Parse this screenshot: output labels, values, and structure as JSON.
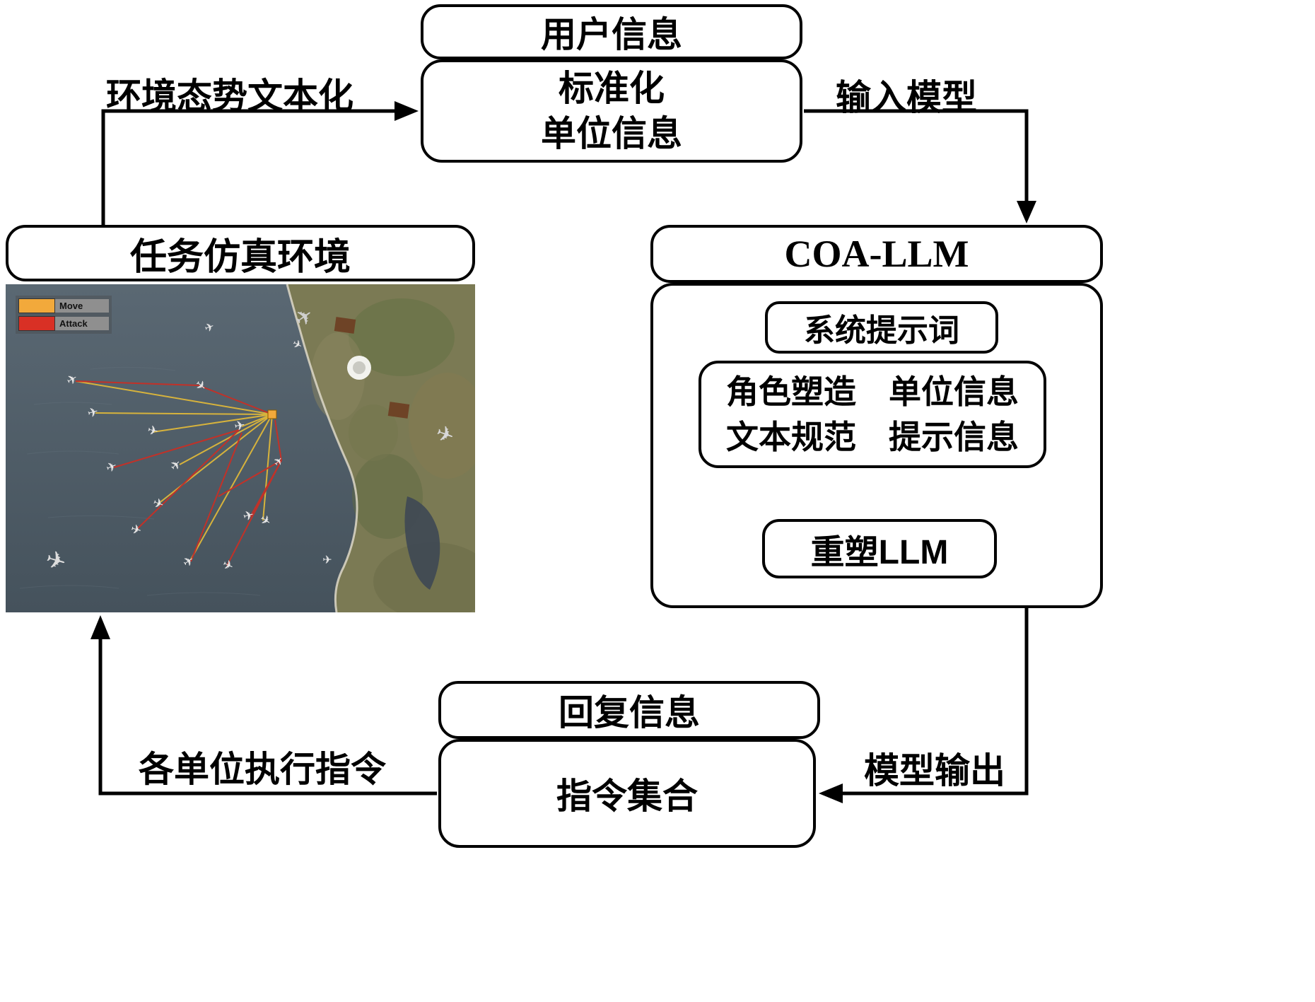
{
  "boxes": {
    "user_info": "用户信息",
    "standardized": {
      "line1": "标准化",
      "line2": "单位信息"
    },
    "sim_env_title": "任务仿真环境",
    "coa_title": "COA-LLM",
    "system_prompt": "系统提示词",
    "prompt_detail": {
      "line1": "角色塑造　单位信息",
      "line2": "文本规范　提示信息"
    },
    "reshaped_llm": "重塑LLM",
    "reply_info": "回复信息",
    "instruction_set": "指令集合"
  },
  "edge_labels": {
    "env_textualize": "环境态势文本化",
    "input_model": "输入模型",
    "model_output": "模型输出",
    "units_execute": "各单位执行指令"
  },
  "map_legend": {
    "move": {
      "label": "Move",
      "color": "#F2A93B"
    },
    "attack": {
      "label": "Attack",
      "color": "#D93025"
    }
  },
  "colors": {
    "connector_line": "#000000",
    "move_line": "#D7B33C",
    "attack_line": "#C23128",
    "hub_marker": "#F2A93B"
  }
}
